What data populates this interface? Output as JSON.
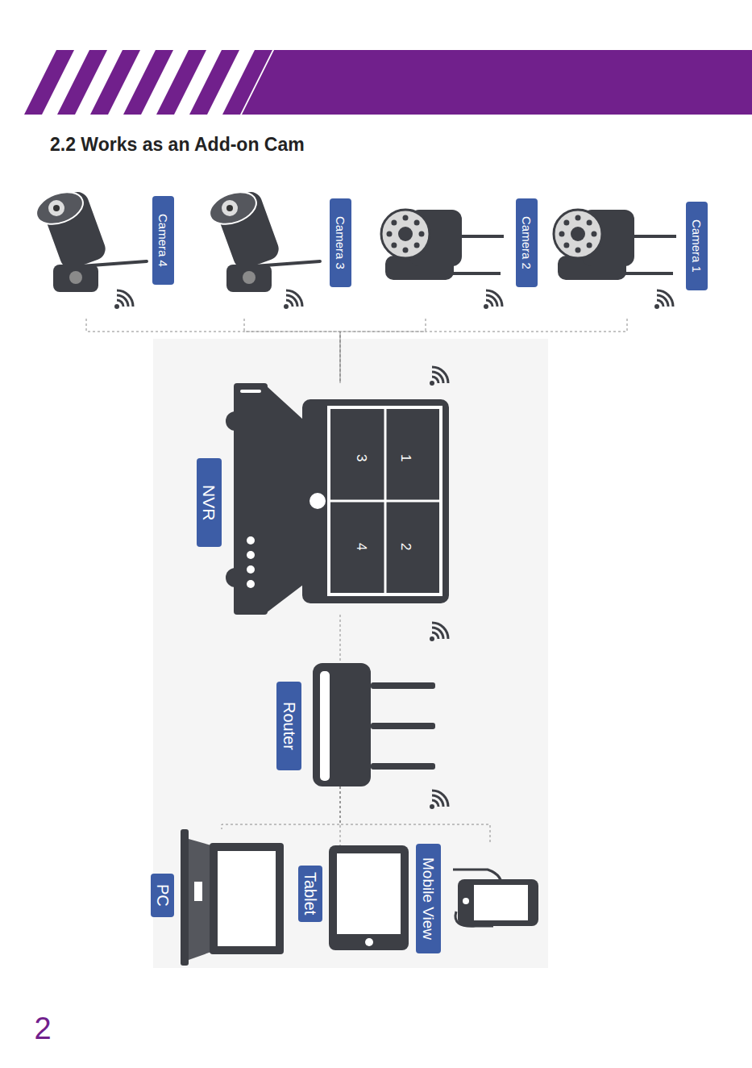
{
  "diagram": {
    "title": "2.2 Works as an Add-on Cam",
    "nodes": [
      {
        "text": [
          "Camera 4"
        ]
      },
      {
        "text": [
          "Camera 3"
        ]
      },
      {
        "text": [
          "Camera 2"
        ]
      },
      {
        "text": [
          "Camera 1"
        ]
      },
      {
        "text": [
          "NVR"
        ]
      },
      {
        "text": [
          "Router"
        ]
      },
      {
        "text": [
          "PC"
        ]
      },
      {
        "text": [
          "Tablet"
        ]
      },
      {
        "text": [
          "Mobile View"
        ]
      }
    ],
    "edges": [
      {
        "from": 0,
        "to": 4,
        "arrow": "none"
      },
      {
        "from": 1,
        "to": 4,
        "arrow": "none"
      },
      {
        "from": 2,
        "to": 4,
        "arrow": "none"
      },
      {
        "from": 3,
        "to": 4,
        "arrow": "none"
      },
      {
        "from": 4,
        "to": 5,
        "arrow": "none"
      },
      {
        "from": 5,
        "to": 6,
        "arrow": "none"
      },
      {
        "from": 5,
        "to": 7,
        "arrow": "none"
      },
      {
        "from": 5,
        "to": 8,
        "arrow": "none"
      }
    ],
    "labels": [
      "1",
      "2",
      "3",
      "4",
      "2"
    ]
  }
}
